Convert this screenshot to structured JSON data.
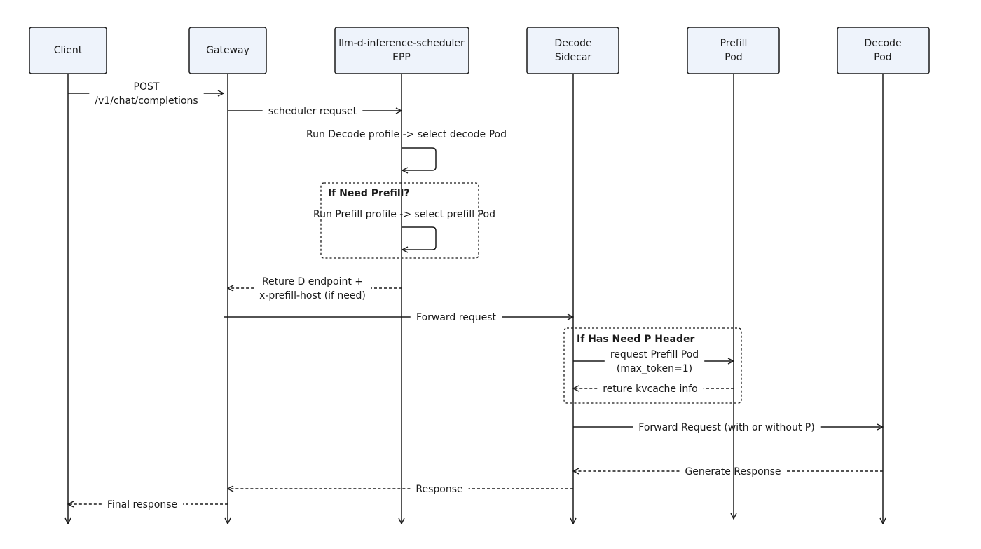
{
  "participants": [
    {
      "id": "client",
      "lines": [
        "Client"
      ]
    },
    {
      "id": "gateway",
      "lines": [
        "Gateway"
      ]
    },
    {
      "id": "scheduler",
      "lines": [
        "llm-d-inference-scheduler",
        "EPP"
      ]
    },
    {
      "id": "sidecar",
      "lines": [
        "Decode",
        "Sidecar"
      ]
    },
    {
      "id": "prefill",
      "lines": [
        "Prefill",
        "Pod"
      ]
    },
    {
      "id": "decode",
      "lines": [
        "Decode",
        "Pod"
      ]
    }
  ],
  "messages": [
    {
      "id": "post",
      "from": "client",
      "to": "gateway",
      "style": "solid",
      "lines": [
        "POST",
        "/v1/chat/completions"
      ]
    },
    {
      "id": "sched-req",
      "from": "gateway",
      "to": "scheduler",
      "style": "solid",
      "lines": [
        "scheduler requset"
      ]
    },
    {
      "id": "run-decode",
      "from": "scheduler",
      "to": "scheduler",
      "style": "self",
      "lines": [
        "Run Decode profile -> select decode Pod"
      ]
    },
    {
      "id": "run-prefill",
      "from": "scheduler",
      "to": "scheduler",
      "style": "self",
      "lines": [
        "Run Prefill profile -> select prefill Pod"
      ]
    },
    {
      "id": "return-d",
      "from": "scheduler",
      "to": "gateway",
      "style": "dashed",
      "lines": [
        "Reture D endpoint +",
        "x-prefill-host (if need)"
      ]
    },
    {
      "id": "forward",
      "from": "gateway",
      "to": "sidecar",
      "style": "solid",
      "lines": [
        "Forward request"
      ]
    },
    {
      "id": "req-prefill",
      "from": "sidecar",
      "to": "prefill",
      "style": "solid",
      "lines": [
        "request Prefill Pod",
        "(max_token=1)"
      ]
    },
    {
      "id": "kvcache",
      "from": "prefill",
      "to": "sidecar",
      "style": "dashed",
      "lines": [
        "reture kvcache info"
      ]
    },
    {
      "id": "forward-req",
      "from": "sidecar",
      "to": "decode",
      "style": "solid",
      "lines": [
        "Forward Request (with or without P)"
      ]
    },
    {
      "id": "gen-resp",
      "from": "decode",
      "to": "sidecar",
      "style": "dashed",
      "lines": [
        "Generate Response"
      ]
    },
    {
      "id": "response",
      "from": "sidecar",
      "to": "gateway",
      "style": "dashed",
      "lines": [
        "Response"
      ]
    },
    {
      "id": "final",
      "from": "gateway",
      "to": "client",
      "style": "dashed",
      "lines": [
        "Final response"
      ]
    }
  ],
  "fragments": [
    {
      "id": "if-need-prefill",
      "label": "If Need Prefill?"
    },
    {
      "id": "if-has-p-header",
      "label": "If Has Need P Header"
    }
  ],
  "colors": {
    "box_fill": "#eef3fb",
    "stroke": "#1a1a1a",
    "text": "#1a1a1a"
  }
}
